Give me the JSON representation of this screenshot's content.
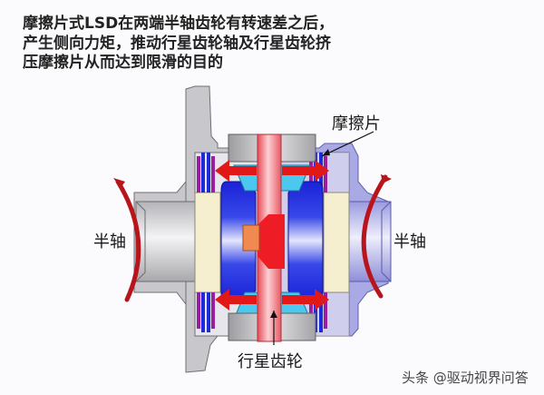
{
  "caption": {
    "lines": [
      "摩擦片式LSD在两端半轴齿轮有转速差之后，",
      "产生侧向力矩，推动行星齿轮轴及行星齿轮挤",
      "压摩擦片从而达到限滑的目的"
    ]
  },
  "labels": {
    "friction_plate": "摩擦片",
    "half_shaft_left": "半轴",
    "half_shaft_right": "半轴",
    "planet_gear": "行星齿轮"
  },
  "watermark": {
    "text": "头条 @驱动视界问答"
  },
  "colors": {
    "left_case": "#c8c8cc",
    "right_case": "#a9a9e6",
    "side_gear": "#1a2ee0",
    "planet_gear": "#4cc8ee",
    "pinion_shaft": "#e8505a",
    "force_arrow": "#e01818",
    "rotation_arrow": "#b8141c",
    "friction_plate_blue": "#1d2bd8",
    "friction_plate_purple": "#9a1fa0",
    "spacer": "#f5efcf",
    "center_block": "#f08a50"
  }
}
